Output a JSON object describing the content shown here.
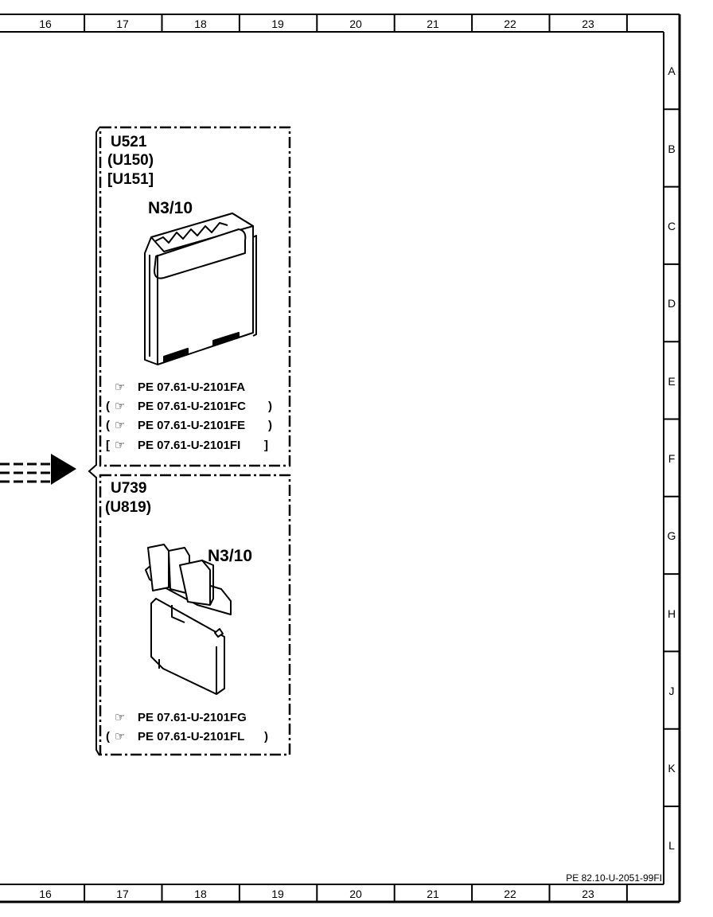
{
  "frame": {
    "columns": [
      "16",
      "17",
      "18",
      "19",
      "20",
      "21",
      "22",
      "23"
    ],
    "rows": [
      "A",
      "B",
      "C",
      "D",
      "E",
      "F",
      "G",
      "H",
      "J",
      "K",
      "L"
    ],
    "document_id": "PE 82.10-U-2051-99FI"
  },
  "component_upper": {
    "codes": [
      "U521",
      "(U150)",
      "[U151]"
    ],
    "part_label": "N3/10",
    "references": [
      {
        "prefix": "",
        "text": "PE  07.61-U-2101FA",
        "suffix": ""
      },
      {
        "prefix": "(",
        "text": "PE  07.61-U-2101FC",
        "suffix": ")"
      },
      {
        "prefix": "(",
        "text": "PE  07.61-U-2101FE",
        "suffix": ")"
      },
      {
        "prefix": "[",
        "text": "PE  07.61-U-2101FI",
        "suffix": "]"
      }
    ]
  },
  "component_lower": {
    "codes": [
      "U739",
      "(U819)"
    ],
    "part_label": "N3/10",
    "references": [
      {
        "prefix": "",
        "text": "PE  07.61-U-2101FG",
        "suffix": ""
      },
      {
        "prefix": "(",
        "text": "PE  07.61-U-2101FL",
        "suffix": ")"
      }
    ]
  },
  "icons": {
    "reference": "pointing-hand-icon",
    "arrow": "arrow-right-icon"
  }
}
